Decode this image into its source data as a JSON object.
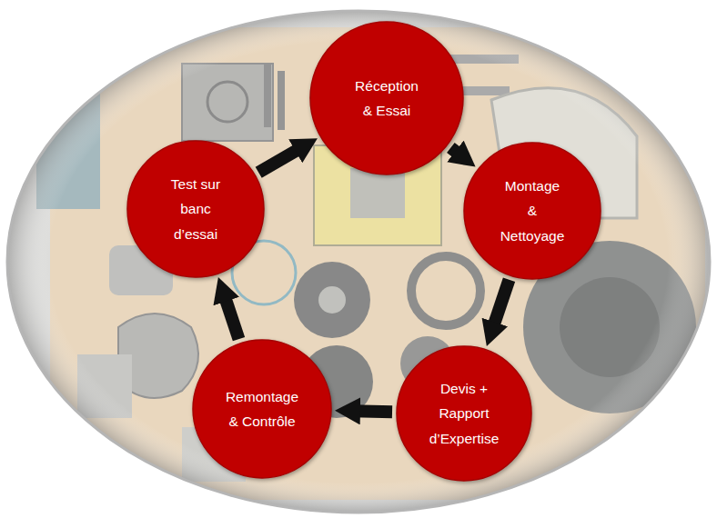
{
  "diagram": {
    "nodes": [
      {
        "text": [
          "Réception & Essai"
        ]
      },
      {
        "text": [
          "Montage & Nettoyage"
        ]
      },
      {
        "text": [
          "Devis + Rapport d’Expertise"
        ]
      },
      {
        "text": [
          "Remontage & Contrôle"
        ]
      },
      {
        "text": [
          "Test sur banc d’essai"
        ]
      }
    ],
    "edges": [
      {
        "from": 0,
        "to": 1,
        "arrow": "to"
      },
      {
        "from": 1,
        "to": 2,
        "arrow": "to"
      },
      {
        "from": 2,
        "to": 3,
        "arrow": "to"
      },
      {
        "from": 3,
        "to": 4,
        "arrow": "to"
      },
      {
        "from": 4,
        "to": 0,
        "arrow": "to"
      }
    ]
  }
}
